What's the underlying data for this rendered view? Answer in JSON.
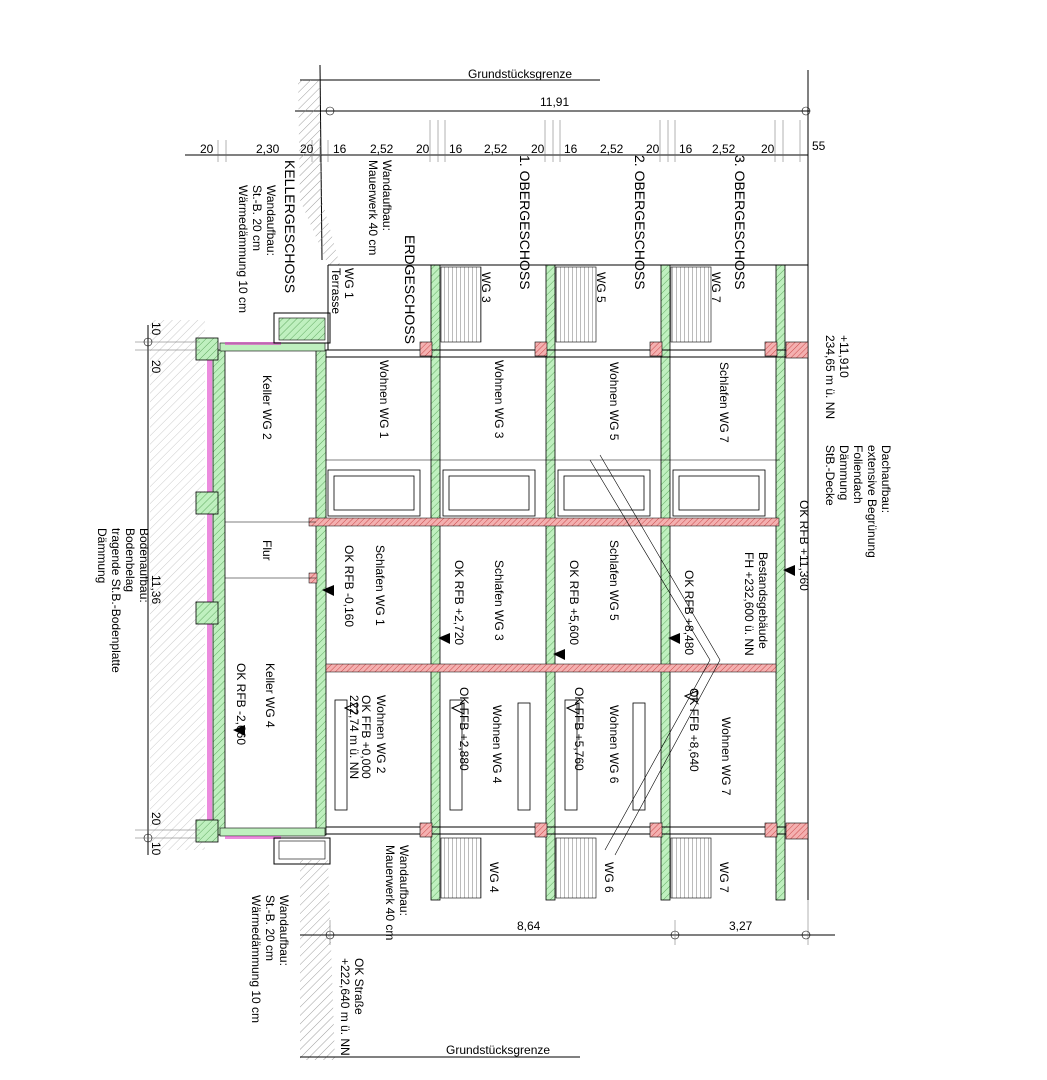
{
  "top": {
    "boundary": "Grundstücksgrenze",
    "overall": "11,91",
    "dims": [
      "20",
      "2,30",
      "20",
      "16",
      "2,52",
      "20",
      "16",
      "2,52",
      "20",
      "16",
      "2,52",
      "20",
      "16",
      "2,52",
      "20",
      "55"
    ]
  },
  "bottom": {
    "boundary": "Grundstücksgrenze",
    "dims": [
      "8,64",
      "3,27"
    ],
    "street": [
      "OK Straße",
      "+222,640 m ü. NN"
    ]
  },
  "left": {
    "overall": "11,36",
    "dims_top": [
      "10",
      "20"
    ],
    "dims_bottom": [
      "20",
      "10"
    ]
  },
  "floors": {
    "keller": "KELLERGESCHOSS",
    "eg": "ERDGESCHOSS",
    "og1": "1. OBERGESCHOSS",
    "og2": "2. OBERGESCHOSS",
    "og3": "3. OBERGESCHOSS"
  },
  "notes": {
    "wall_top_left": [
      "Wandaufbau:",
      "St.-B. 20 cm",
      "Wärmedämmung 10 cm"
    ],
    "wall_top": [
      "Wandaufbau:",
      "Mauerwerk 40 cm"
    ],
    "wall_bottom_left": [
      "Wandaufbau:",
      "St.-B. 20 cm",
      "Wärmedämmung 10 cm"
    ],
    "wall_bottom": [
      "Wandaufbau:",
      "Mauerwerk 40 cm"
    ],
    "floor_build": [
      "Bodenaufbau:",
      "Bodenbelag",
      "tragende St.B.-Bodenplatte",
      "Dämmung"
    ],
    "roof_build": [
      "Dachaufbau:",
      "extensive Begrünung",
      "Foliendach",
      "Dämmung",
      "StB.-Decke"
    ],
    "roof_height": [
      "+11,910",
      "234,65 m ü. NN"
    ],
    "existing": [
      "Bestandsgebäude",
      "FH +232,600 ü. NN"
    ]
  },
  "rooms": {
    "keller_wg2": "Keller WG 2",
    "flur": "Flur",
    "keller_wg4": "Keller WG 4",
    "keller_rfb": "OK RFB  -2,660",
    "wg1_terrasse": [
      "WG 1",
      "Terrasse"
    ],
    "wohnen_wg1": "Wohnen WG 1",
    "schlafen_wg1": "Schlafen WG 1",
    "eg_rfb": "OK RFB  -0,160",
    "wohnen_wg2": "Wohnen WG 2",
    "eg_ffb": [
      "OK FFB  +0,000",
      "222,74 m ü. NN"
    ],
    "wg3": "WG 3",
    "wohnen_wg3": "Wohnen WG 3",
    "schlafen_wg3": "Schlafen WG 3",
    "og1_rfb": "OK RFB  +2,720",
    "wohnen_wg4": "Wohnen WG 4",
    "og1_ffb": "OK FFB  +2,880",
    "wg4": "WG 4",
    "wg5": "WG 5",
    "wohnen_wg5": "Wohnen WG 5",
    "schlafen_wg5": "Schlafen WG 5",
    "og2_rfb": "OK RFB  +5,600",
    "wohnen_wg6": "Wohnen WG 6",
    "og2_ffb": "OK FFB  +5,760",
    "wg6": "WG 6",
    "wg7_top": "WG 7",
    "schlafen_wg7": "Schlafen WG 7",
    "og3_rfb": "OK RFB  +8,480",
    "wohnen_wg7": "Wohnen WG 7",
    "og3_ffb": "OK FFB  +8,640",
    "wg7_bottom": "WG 7",
    "roof_rfb": "OK RFB  +11,360"
  },
  "colors": {
    "wall_green": "#bff0bf",
    "insulation_pink": "#e040c8",
    "masonry_red": "#e88080",
    "slab_red": "#e06060",
    "hatch": "#777777"
  }
}
